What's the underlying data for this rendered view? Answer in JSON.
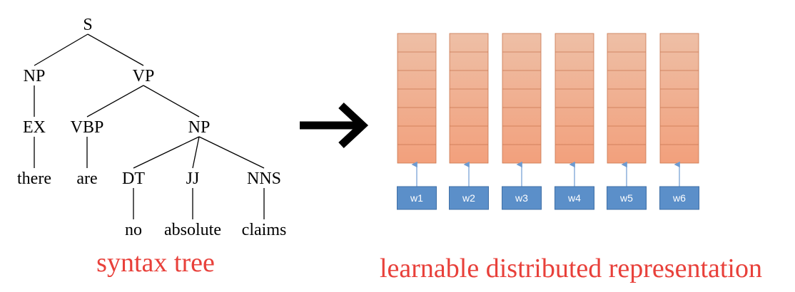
{
  "colors": {
    "caption": "#e8403a",
    "vector_top": "#eebfa6",
    "vector_bottom": "#f2a07c",
    "vector_border": "#c9764f",
    "word_box_fill": "#5b8fc9",
    "word_box_border": "#3f6fa6",
    "word_text": "#ffffff",
    "arrow_up": "#6e9bd1",
    "big_arrow": "#000000"
  },
  "tree": {
    "nodes": [
      {
        "id": "s",
        "label": "S"
      },
      {
        "id": "np1",
        "label": "NP"
      },
      {
        "id": "vp",
        "label": "VP"
      },
      {
        "id": "ex",
        "label": "EX"
      },
      {
        "id": "vbp",
        "label": "VBP"
      },
      {
        "id": "np2",
        "label": "NP"
      },
      {
        "id": "there",
        "label": "there"
      },
      {
        "id": "are",
        "label": "are"
      },
      {
        "id": "dt",
        "label": "DT"
      },
      {
        "id": "jj",
        "label": "JJ"
      },
      {
        "id": "nns",
        "label": "NNS"
      },
      {
        "id": "no",
        "label": "no"
      },
      {
        "id": "absolute",
        "label": "absolute"
      },
      {
        "id": "claims",
        "label": "claims"
      }
    ],
    "edges": [
      [
        "s",
        "np1"
      ],
      [
        "s",
        "vp"
      ],
      [
        "np1",
        "ex"
      ],
      [
        "ex",
        "there"
      ],
      [
        "vp",
        "vbp"
      ],
      [
        "vp",
        "np2"
      ],
      [
        "vbp",
        "are"
      ],
      [
        "np2",
        "dt"
      ],
      [
        "np2",
        "jj"
      ],
      [
        "np2",
        "nns"
      ],
      [
        "dt",
        "no"
      ],
      [
        "jj",
        "absolute"
      ],
      [
        "nns",
        "claims"
      ]
    ],
    "caption": "syntax tree"
  },
  "representation": {
    "cells_per_vector": 7,
    "words": [
      "w1",
      "w2",
      "w3",
      "w4",
      "w5",
      "w6"
    ],
    "caption": "learnable distributed representation"
  },
  "big_arrow": "right-arrow-icon"
}
